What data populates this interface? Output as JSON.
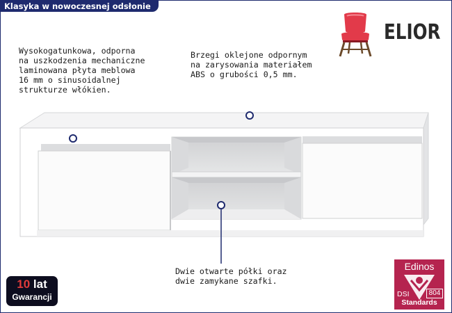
{
  "header": {
    "title": "Klasyka w nowoczesnej odsłonie"
  },
  "brand": {
    "name": "ELIOR",
    "logo_icon": "red-chair-icon",
    "chair_color": "#e23a4a"
  },
  "annotations": {
    "material": {
      "line1": "Wysokogatunkowa, odporna",
      "line2": "na uszkodzenia mechaniczne",
      "line3": "laminowana płyta meblowa",
      "line4": "16 mm o sinusoidalnej",
      "line5": "strukturze włókien."
    },
    "edges": {
      "line1": "Brzegi oklejone odpornym",
      "line2": "na zarysowania materiałem",
      "line3": "ABS o grubości 0,5 mm."
    },
    "shelves": {
      "line1": "Dwie otwarte półki oraz",
      "line2": "dwie zamykane szafki."
    }
  },
  "warranty": {
    "number": "10",
    "unit": "lat",
    "label": "Gwarancji"
  },
  "certification": {
    "title": "Edinos",
    "prefix": "DSI",
    "code": "804",
    "label": "Standards",
    "color": "#b5244f"
  },
  "colors": {
    "accent": "#1e2a6e",
    "callout_line": "#1e2a6e",
    "furniture": "#ffffff"
  }
}
